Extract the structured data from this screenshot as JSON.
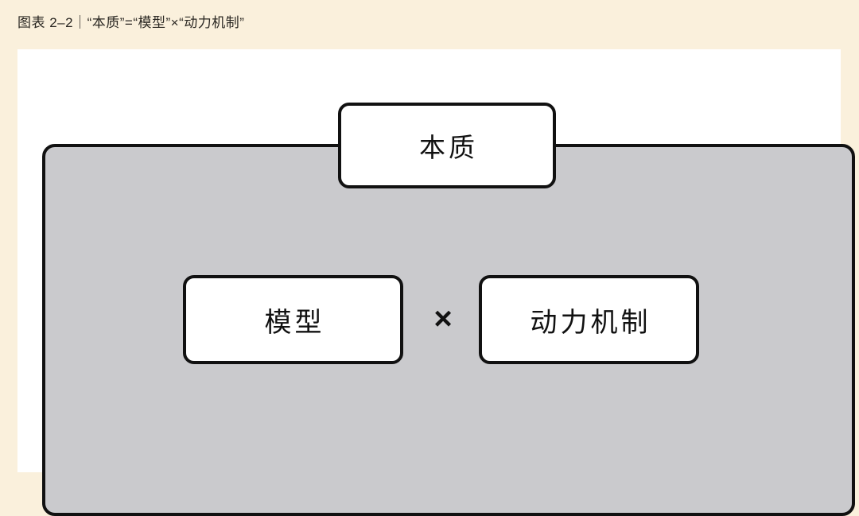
{
  "figure": {
    "caption": "图表 2–2｜“本质”=“模型”בu52a8力机制”",
    "caption_text": "图表 2–2｜“本质”=“模型”×“动力机制”"
  },
  "diagram": {
    "type": "equation-block-diagram",
    "container": {
      "name": "grey-container",
      "fill": "#cacacd",
      "stroke": "#111111"
    },
    "nodes": [
      {
        "id": "essence",
        "label": "本质",
        "role": "result"
      },
      {
        "id": "model",
        "label": "模型",
        "role": "factor"
      },
      {
        "id": "mechanism",
        "label": "动力机制",
        "role": "factor"
      }
    ],
    "operator": {
      "symbol": "×",
      "name": "multiply"
    },
    "relation": "“本质” = “模型” × “动力机制”"
  },
  "colors": {
    "page_background": "#faf0dc",
    "canvas_background": "#ffffff",
    "container_fill": "#cacacd",
    "stroke": "#111111",
    "caption_text": "#2a2722"
  }
}
